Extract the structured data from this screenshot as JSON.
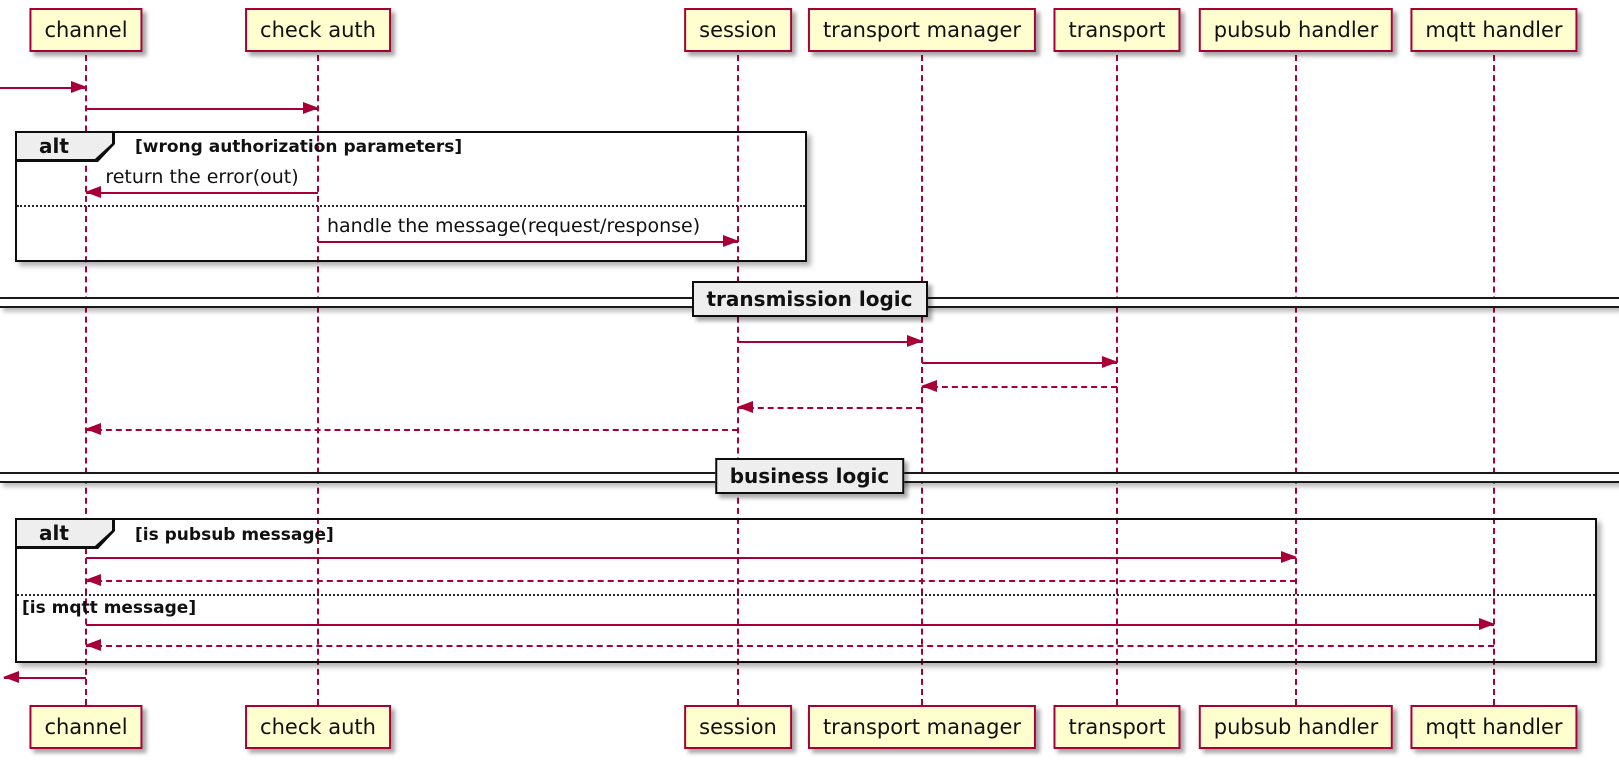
{
  "diagram": {
    "type": "sequence",
    "participants": [
      {
        "name": "channel"
      },
      {
        "name": "check auth"
      },
      {
        "name": "session"
      },
      {
        "name": "transport manager"
      },
      {
        "name": "transport"
      },
      {
        "name": "pubsub handler"
      },
      {
        "name": "mqtt handler"
      }
    ],
    "frames": [
      {
        "operator": "alt",
        "condition": "[wrong authorization parameters]"
      },
      {
        "operator": "alt",
        "condition": "[is pubsub message]",
        "else_condition": "[is mqtt message]"
      }
    ],
    "dividers": [
      {
        "label": "transmission logic"
      },
      {
        "label": "business logic"
      }
    ],
    "messages": [
      {
        "label": "return the error(out)"
      },
      {
        "label": "handle the message(request/response)"
      }
    ],
    "colors": {
      "arrow": "#A80036",
      "lifeline": "#A80036",
      "participant_fill": "#FEFECE",
      "participant_border": "#A80036",
      "frame_border": "#000000",
      "label_fill": "#EEEEEE"
    }
  }
}
